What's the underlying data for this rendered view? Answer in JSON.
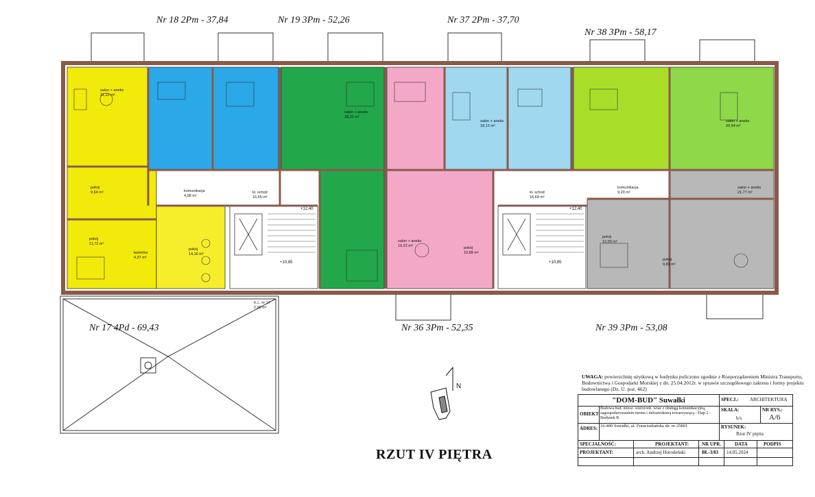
{
  "apartments": [
    {
      "id": "nr17",
      "label": "Nr 17  4Pd - 69,43"
    },
    {
      "id": "nr18",
      "label": "Nr 18  2Pm - 37,84"
    },
    {
      "id": "nr19",
      "label": "Nr 19  3Pm - 52,26"
    },
    {
      "id": "nr36",
      "label": "Nr 36  3Pm - 52,35"
    },
    {
      "id": "nr37",
      "label": "Nr 37  2Pm - 37,70"
    },
    {
      "id": "nr38",
      "label": "Nr 38  3Pm - 58,17"
    },
    {
      "id": "nr39",
      "label": "Nr 39  3Pm - 53,08"
    }
  ],
  "rooms": {
    "salon_a": "salon + aneks",
    "salon_a_area": "21,22 m²",
    "pokoj1": "pokój",
    "pokoj1_area": "9,64 m²",
    "pokoj2": "pokój",
    "pokoj2_area": "11,72 m²",
    "pokoj3": "pokój",
    "pokoj3_area": "14,16 m²",
    "lazienka": "łazienka",
    "lazienka_area": "4,37 m²",
    "komunikacja": "komunikacja",
    "komunikacja_area": "4,08 m²",
    "kl_schod": "kl. schod",
    "kl_schod_area": "16,55 m²",
    "kl_schod2_area": "16,69 m²",
    "kl17": "K.L. nr 17",
    "kl17_area": "2,90 m²",
    "green_salon": "salon + aneks",
    "green_salon_area": "18,31 m²",
    "pink_salon": "salon + aneks",
    "pink_salon_area": "19,22 m²",
    "pink_pokoj": "pokój",
    "pink_pokoj_area": "10,88 m²",
    "blue_salon": "salon + aneks",
    "blue_salon_area": "18,12 m²",
    "lime_salon": "salon + aneks",
    "lime_salon_area": "20,94 m²",
    "grey_salon": "salon + aneks",
    "grey_salon_area": "21,77 m²",
    "grey_pokoj": "pokój",
    "grey_pokoj_area": "12,00 m²",
    "grey_pokoj2": "pokój",
    "grey_pokoj2_area": "9,83 m²",
    "komunikacja2": "komunikacja",
    "komunikacja2_area": "9,20 m²",
    "level1": "+12,40",
    "level2": "+10,85"
  },
  "north": "N",
  "title": "RZUT IV PIĘTRA",
  "note": {
    "label": "UWAGA:",
    "text": "powierzchnię użytkową w budynku policzono zgodnie z Rozporządzeniem Ministra Transportu, Budownictwa i Gospodarki Morskiej z dn. 25.04.2012r. w sprawie szczegółowego zakresu i formy projektu budowlanego (Dz. U. poz. 462)"
  },
  "titleblock": {
    "company": "\"DOM-BUD\" Suwałki",
    "specj_label": "SPECJ.:",
    "specj_value": "ARCHITEKTURA",
    "obiekt_label": "OBIEKT:",
    "obiekt_value": "Budowa bud. miesz. wielorodz. wraz z obsługą komunikacyjną, zagospodarowaniem terenu i infrastrukturą towarzyszącą - Etap 2 - Budynek B",
    "skala_label": "SKALA:",
    "skala_value": "b/s",
    "nrrys_label": "NR RYS.:",
    "nrrys_value": "A/6",
    "adres_label": "ADRES:",
    "adres_value": "16-400 Suwałki, ul. Franciszkańska dz. nr 25801",
    "rysunek_label": "RYSUNEK:",
    "rysunek_value": "Rzut IV piętra",
    "h_specjalnosc": "SPECJALNOŚĆ:",
    "h_projektant": "PROJEKTANT:",
    "h_nrupr": "NR UPR.",
    "h_data": "DATA",
    "h_podpis": "PODPIS",
    "r_specjalnosc": "PROJEKTANT:",
    "r_projektant": "arch. Andrzej Horodeński",
    "r_nrupr": "BŁ-3/83",
    "r_data": "14.05.2024",
    "r_podpis": ""
  },
  "colors": {
    "wall": "#8a5a4a",
    "yellow": "#f2ea0a",
    "blue": "#2aa8e8",
    "green": "#22a84a",
    "pink": "#f4a8c8",
    "lightblue": "#9fd8ef",
    "lime": "#a8de2a",
    "lime2": "#8ed84a",
    "grey": "#b8b8b8",
    "yellow2": "#f6ee2a"
  }
}
